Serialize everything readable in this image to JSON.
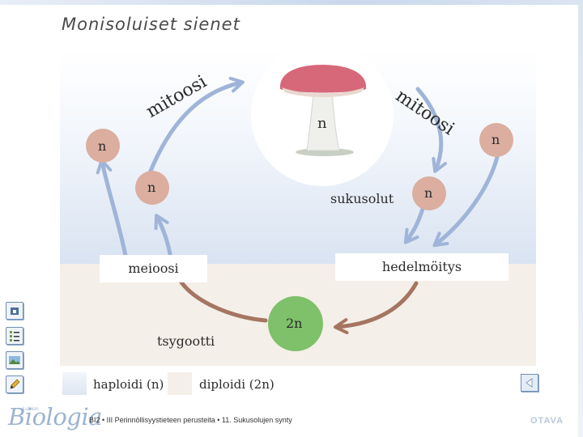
{
  "slide": {
    "title": "Monisoluiset sienet"
  },
  "diagram": {
    "labels": {
      "mitoosi_left": "mitoosi",
      "mitoosi_right": "mitoosi",
      "n_mushroom": "n",
      "n_left_top": "n",
      "n_left_mid": "n",
      "n_right_top": "n",
      "n_right_mid": "n",
      "sukusolut": "sukusolut",
      "meioosi": "meioosi",
      "hedelmoitys": "hedelmöitys",
      "zygote_ploidy": "2n",
      "tsygootti": "tsygootti"
    },
    "colors": {
      "haploid_bg": "#e1e9f4",
      "diploid_bg": "#f4efe8",
      "blue_arrow": "#9fb4d8",
      "brown_arrow": "#a57562",
      "haploid_circle": "#dbaea0",
      "zygote_circle": "#7fc06a",
      "mushroom_cap": "#d6687a"
    }
  },
  "legend": {
    "haploid": "haploidi (n)",
    "diploid": "diploidi (2n)"
  },
  "footer": {
    "logo_small": "Lukion",
    "logo": "Biologia",
    "caption": "BI2 • III Perinnöllisyystieteen perusteita • 11. Sukusolujen synty",
    "publisher": "OTAVA"
  },
  "icons": {
    "side": [
      "home-icon",
      "list-icon",
      "image-icon",
      "pencil-icon"
    ],
    "nav": "back-arrow-icon"
  }
}
